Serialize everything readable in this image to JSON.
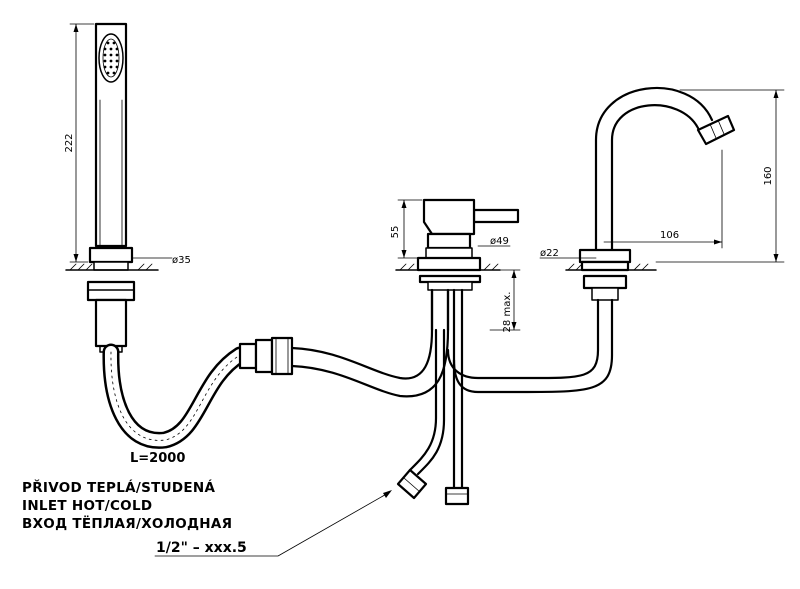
{
  "dimensions": {
    "handshower_length": "222",
    "handshower_diameter": "ø35",
    "mixer_height": "55",
    "mixer_diameter": "ø49",
    "max_deck_thickness": "28 max.",
    "spout_diameter": "ø22",
    "spout_reach": "106",
    "spout_height": "160"
  },
  "hose_length": "L=2000",
  "inlet_labels": [
    "PŘIVOD TEPLÁ/STUDENÁ",
    "INLET HOT/COLD",
    "ВХОД ТЁПЛАЯ/ХОЛОДНАЯ"
  ],
  "inlet_thread": "1/2\" – xxx.5"
}
